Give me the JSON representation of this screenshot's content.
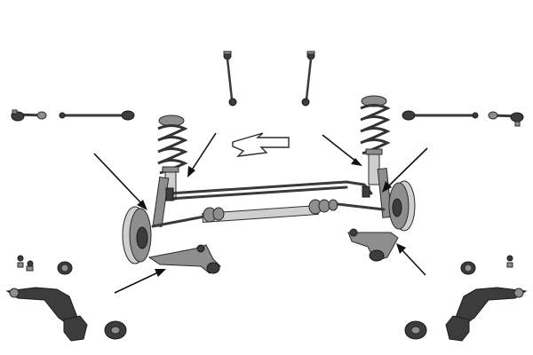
{
  "diagram": {
    "direction_indicator": "forward-arrow",
    "components": [
      "stabilizer-link-left",
      "stabilizer-link-right",
      "tie-rod-end-left",
      "inner-tie-rod-left",
      "inner-tie-rod-right",
      "tie-rod-end-right",
      "strut-spring-left",
      "strut-spring-right",
      "stabilizer-bar",
      "steering-rack",
      "brake-disc-left",
      "brake-disc-right",
      "lower-control-arm-left",
      "lower-control-arm-right",
      "bushing-left",
      "bushing-right",
      "ball-joint-kit-left",
      "ball-joint-kit-right",
      "control-arm-part-left",
      "control-arm-part-right"
    ],
    "callout_arrows": 6
  },
  "colors": {
    "metal": "#8e8e8e",
    "dark_rubber": "#3c3c3c",
    "arrow": "#111111",
    "background": "#ffffff"
  }
}
